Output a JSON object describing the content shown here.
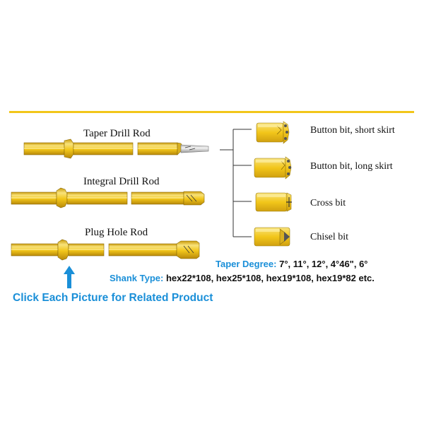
{
  "colors": {
    "gold": "#f2c61a",
    "gold_light": "#f8e27a",
    "gold_dark": "#c99a0a",
    "accent_blue": "#1a8fd8",
    "steel": "#d8d8d8",
    "carbide": "#555555"
  },
  "rods": [
    {
      "title": "Taper Drill Rod"
    },
    {
      "title": "Integral Drill Rod"
    },
    {
      "title": "Plug Hole Rod"
    }
  ],
  "bits": [
    {
      "label": "Button bit, short skirt",
      "icon": "button-bit-short-icon"
    },
    {
      "label": "Button bit, long skirt",
      "icon": "button-bit-long-icon"
    },
    {
      "label": "Cross bit",
      "icon": "cross-bit-icon"
    },
    {
      "label": "Chisel bit",
      "icon": "chisel-bit-icon"
    }
  ],
  "specs": {
    "taper_label": "Taper Degree:",
    "taper_value": "7°, 11°, 12°,  4°46\", 6°",
    "shank_label": "Shank Type:",
    "shank_value": "hex22*108, hex25*108, hex19*108, hex19*82 etc."
  },
  "cta": {
    "text": "Click Each Picture for Related Product",
    "icon": "up-arrow-icon"
  }
}
